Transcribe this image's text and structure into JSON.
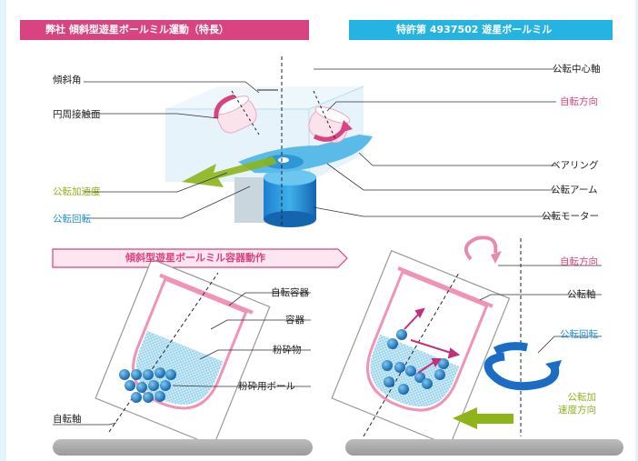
{
  "header_left": "弊社 傾斜型遊星ボールミル運動（特長）",
  "header_right": "特許第 4937502 遊星ボールミル",
  "top_labels": {
    "tilt_angle": "傾斜角",
    "circumferential_contact": "円周接触面",
    "revolution_acceleration": "公転加速度",
    "revolution_rotation": "公転回転",
    "revolution_center_axis": "公転中心軸",
    "rotation_direction": "自転方向",
    "bearing": "ベアリング",
    "revolution_arm": "公転アーム",
    "revolution_motor": "公転モーター"
  },
  "banner": "傾斜型遊星ボールミル容器動作",
  "left_container_labels": {
    "rotating_container": "自転容器",
    "container": "容器",
    "ground_material": "粉砕物",
    "grinding_balls": "粉砕用ボール",
    "rotation_axis": "自転軸"
  },
  "right_container_labels": {
    "rotation_direction": "自転方向",
    "revolution_axis": "公転軸",
    "revolution_rotation": "公転回転",
    "revolution_accel_direction": "公転加\n速度方向"
  },
  "colors": {
    "pink": "#d9437f",
    "blue": "#25b4e2",
    "green": "#8db51a",
    "dark_blue": "#1565b5"
  }
}
